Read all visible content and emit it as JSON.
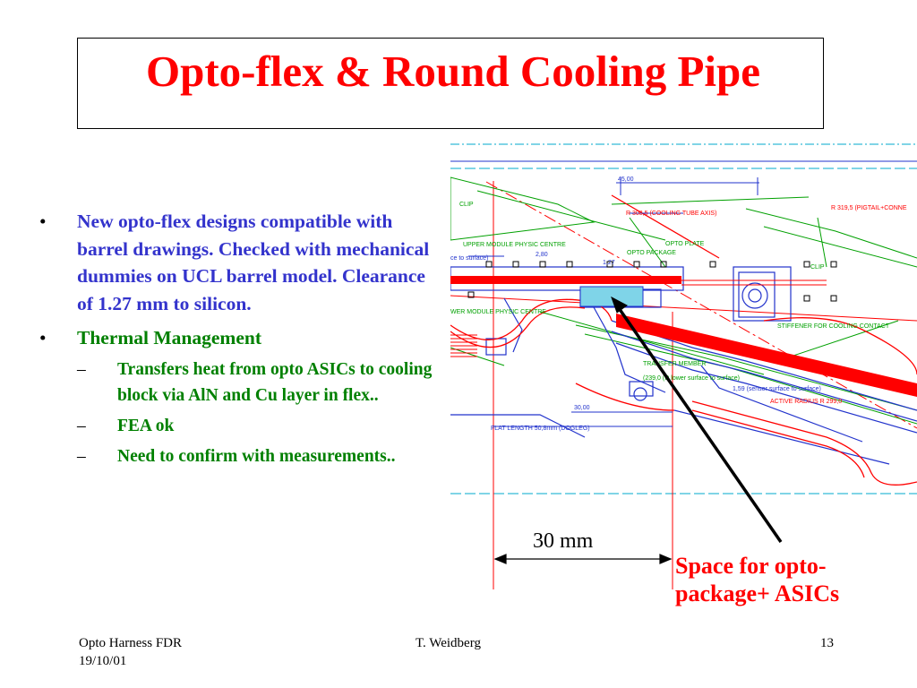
{
  "title": "Opto-flex & Round Cooling Pipe",
  "bullets": [
    {
      "text": "New opto-flex designs compatible with barrel drawings. Checked with mechanical dummies on UCL barrel model. Clearance of 1.27 mm to silicon."
    },
    {
      "text": "Thermal Management",
      "sub": [
        "Transfers heat from opto ASICs to cooling block via AlN and Cu layer in flex..",
        "FEA ok",
        "Need to confirm with measurements.."
      ]
    }
  ],
  "drawing_labels": {
    "dim_top": "45,00",
    "r_cooling": "R 308,5 (COOLING TUBE AXIS)",
    "r_pigtail": "R 319,5 (PIGTAIL+CONNE",
    "clip_left": "CLIP",
    "clip_right": "CLIP",
    "upper_module": "UPPER MODULE PHYSIC CENTRE",
    "opto_plate": "OPTO PLATE",
    "opto_package": "OPTO PACKAGE",
    "dim_280": "2,80",
    "dim_127": "1,27",
    "to_surface": "ce to surface)",
    "lower_module": "WER MODULE PHYSIC CENTRE",
    "stiffener": "STIFFENER FOR COOLING CONTACT",
    "transfer_member": "TRANSFER MEMBER",
    "surface_note": "(239,0 (Ω lower surface to surface)",
    "lower_surface": "1,59 (sensor surface to surface)",
    "active_radius": "ACTIVE RADIUS R 299,0",
    "dim_3000": "30,00",
    "flat_length": "FLAT LENGTH 50,8mm (DOGLEG)"
  },
  "dimension_label": "30 mm",
  "callout": "Space for opto-package+ ASICs",
  "footer": {
    "left_line1": "Opto Harness FDR",
    "left_line2": "19/10/01",
    "center": "T. Weidberg",
    "page": "13"
  },
  "colors": {
    "title": "#ff0000",
    "bullet_blue": "#3333cc",
    "bullet_green": "#008000",
    "callout": "#ff0000",
    "cad_red": "#ff0000",
    "cad_green": "#00a000",
    "cad_blue": "#2233cc",
    "cad_cyan": "#00aacc"
  }
}
